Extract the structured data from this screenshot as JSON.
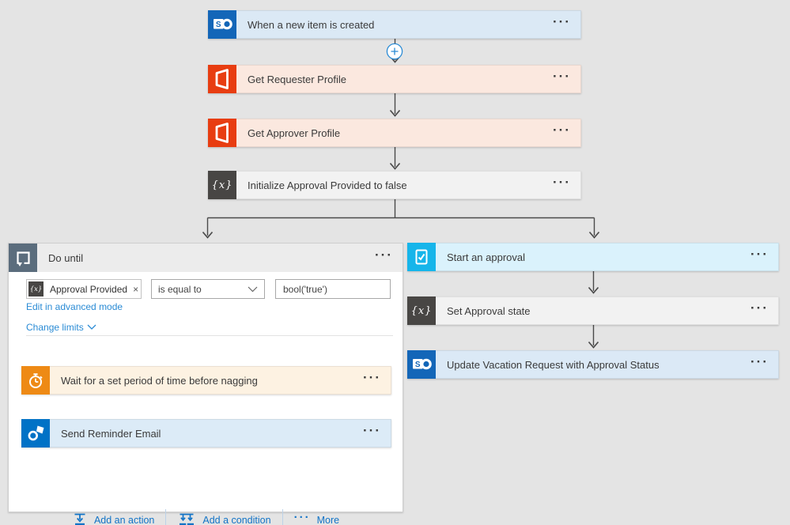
{
  "ui": {
    "ellipsis": "···",
    "close_x": "×",
    "fx_glyph": "{x}"
  },
  "cards": {
    "trigger": {
      "label": "When a new item is created"
    },
    "get_requester_profile": {
      "label": "Get Requester Profile"
    },
    "get_approver_profile": {
      "label": "Get Approver Profile"
    },
    "initialize_variable": {
      "label": "Initialize Approval Provided to false"
    },
    "start_approval": {
      "label": "Start an approval"
    },
    "set_approval_state": {
      "label": "Set Approval state"
    },
    "update_vacation_request": {
      "label": "Update Vacation Request with Approval Status"
    }
  },
  "do_until": {
    "title": "Do until",
    "condition": {
      "token_label": "Approval Provided",
      "operator": "is equal to",
      "value": "bool('true')"
    },
    "links": {
      "edit_advanced": "Edit in advanced mode",
      "change_limits": "Change limits"
    },
    "wait_card": {
      "label": "Wait for a set period of time before nagging"
    },
    "send_reminder_card": {
      "label": "Send Reminder Email"
    },
    "footer": {
      "add_action": "Add an action",
      "add_condition": "Add a condition",
      "more": "More"
    }
  },
  "icons": {
    "trigger": "sharepoint-icon",
    "get_requester_profile": "office-icon",
    "get_approver_profile": "office-icon",
    "initialize_variable": "fx-variable-icon",
    "do_until": "loop-icon",
    "wait_card": "timer-icon",
    "send_reminder_card": "outlook-icon",
    "start_approval": "approvals-check-icon",
    "set_approval_state": "fx-variable-icon",
    "update_vacation_request": "sharepoint-icon"
  },
  "colors": {
    "canvas_bg": "#e4e4e4",
    "sharepoint_blue": "#1366b8",
    "office_red": "#e83d11",
    "variable_dark": "#484644",
    "do_until_slate": "#5b6d7d",
    "approvals_cyan": "#16b5ea",
    "delay_orange": "#ee8a15",
    "outlook_blue": "#0072c6",
    "link_blue": "#2a8bd5",
    "card_blue_bg": "#dbe9f5",
    "card_peach_bg": "#fbe8df",
    "card_gray_bg": "#f2f2f2",
    "card_cyan_bg": "#daf2fc",
    "card_cream_bg": "#fdf2e2",
    "arrow_gray": "#4a4a4a"
  }
}
